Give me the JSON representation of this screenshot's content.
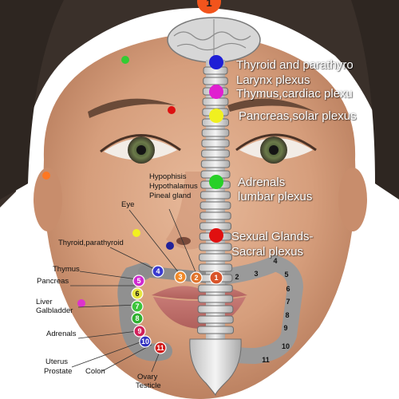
{
  "top_marker": "1",
  "plexus_labels": {
    "thyroid_parathyroid": "Thyroid and parathyro",
    "larynx": "Larynx plexus",
    "thymus_cardiac": "Thymus,cardiac plexu",
    "pancreas_solar": "Pancreas,solar plexus",
    "adrenals": "Adrenals",
    "lumbar": "lumbar plexus",
    "sexual_glands": "Sexual Glands-",
    "sacral": "Sacral plexus"
  },
  "organ_labels": {
    "hypophisis": "Hypophisis",
    "hypothalamus": "Hypothalamus",
    "pineal": "Pineal gland",
    "eye": "Eye",
    "thyroid": "Thyroid,parathyroid",
    "thymus": "Thymus",
    "pancreas": "Pancreas",
    "liver": "Liver",
    "galbladder": "Galbladder",
    "adrenals": "Adrenals",
    "uterus": "Uterus",
    "prostate": "Prostate",
    "colon": "Colon",
    "ovary": "Ovary",
    "testicle": "Testicle"
  },
  "spine_points": [
    {
      "color": "#1f1fd6",
      "meaning": "thyroid"
    },
    {
      "color": "#e020d0",
      "meaning": "thymus"
    },
    {
      "color": "#f0f020",
      "meaning": "pancreas"
    },
    {
      "color": "#28d028",
      "meaning": "adrenals"
    },
    {
      "color": "#e01010",
      "meaning": "sexual glands"
    }
  ],
  "face_points": [
    {
      "color": "#33cc33"
    },
    {
      "color": "#dd1111"
    },
    {
      "color": "#ff7722"
    },
    {
      "color": "#f2f020"
    },
    {
      "color": "#22229a"
    },
    {
      "color": "#dd33cc"
    }
  ],
  "colon_numbers": {
    "n1": "1",
    "n2": "2",
    "n3": "3",
    "n4": "4",
    "n5": "5",
    "n6": "6",
    "n7": "7",
    "n8": "8",
    "n9": "9",
    "n10": "10",
    "n11": "11"
  }
}
